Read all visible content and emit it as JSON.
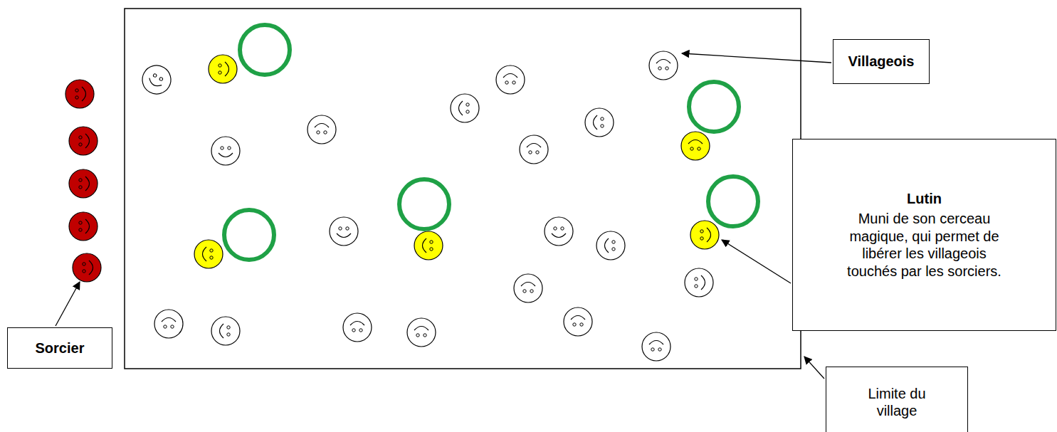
{
  "diagram": {
    "nodes": [
      {
        "text": [
          "Villageois"
        ]
      },
      {
        "text": [
          "Lutin",
          "Muni de son cerceau magique, qui permet de libérer les villageois touchés par les sorciers."
        ]
      },
      {
        "text": [
          "Sorcier"
        ]
      },
      {
        "text": [
          "Limite du village"
        ]
      }
    ]
  }
}
